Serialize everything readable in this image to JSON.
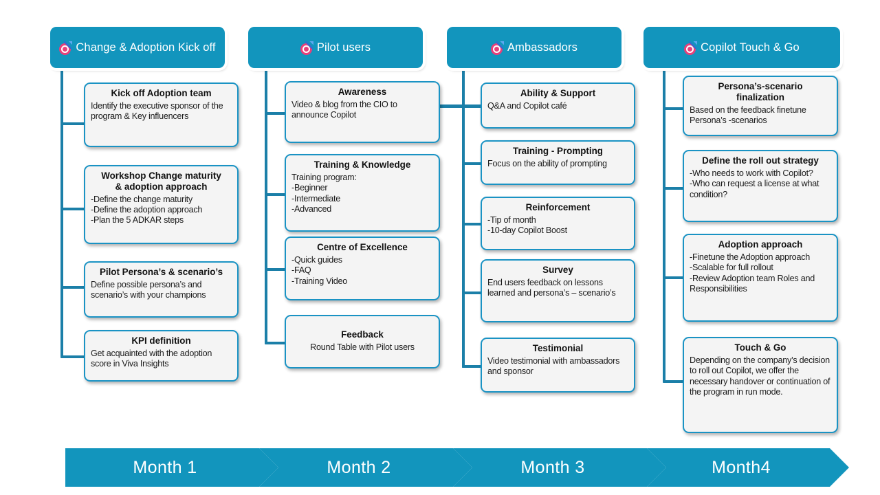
{
  "theme": {
    "accent_teal": "#1295bd",
    "card_border": "#1a93c4",
    "connector": "#1b7fa8",
    "card_fill": "#f4f4f4",
    "icon_pink": "#e8407a",
    "icon_blue": "#2f6fd0"
  },
  "columns": [
    {
      "id": "change-adoption-kick-off",
      "header": {
        "label": "Change & Adoption Kick off",
        "icon": "target-dart-icon"
      },
      "cards": [
        {
          "title": "Kick off Adoption team",
          "body": "Identify the executive sponsor of the program & Key influencers",
          "align": "left"
        },
        {
          "title": "Workshop Change maturity\n& adoption approach",
          "body": "-Define the change maturity\n-Define the adoption approach\n-Plan the 5 ADKAR steps",
          "align": "left"
        },
        {
          "title": "Pilot Persona’s & scenario’s",
          "body": "Define possible persona’s and scenario’s with your champions",
          "align": "left"
        },
        {
          "title": "KPI definition",
          "body": "Get acquainted with the adoption score in Viva Insights",
          "align": "left"
        }
      ]
    },
    {
      "id": "pilot-users",
      "header": {
        "label": "Pilot users",
        "icon": "target-dart-icon"
      },
      "cards": [
        {
          "title": "Awareness",
          "body": "Video & blog from the CIO to announce Copilot",
          "align": "left"
        },
        {
          "title": "Training & Knowledge",
          "body": "Training program:\n-Beginner\n-Intermediate\n-Advanced",
          "align": "left"
        },
        {
          "title": "Centre of Excellence",
          "body": "-Quick guides\n-FAQ\n-Training Video",
          "align": "left"
        },
        {
          "title": "Feedback",
          "body": "Round Table with Pilot users",
          "align": "center"
        }
      ]
    },
    {
      "id": "ambassadors",
      "header": {
        "label": "Ambassadors",
        "icon": "target-dart-icon"
      },
      "cards": [
        {
          "title": "Ability & Support",
          "body": "Q&A and Copilot café",
          "align": "left"
        },
        {
          "title": "Training  - Prompting",
          "body": "Focus on the ability of prompting",
          "align": "left"
        },
        {
          "title": "Reinforcement",
          "body": "-Tip of month\n-10-day Copilot Boost",
          "align": "left"
        },
        {
          "title": "Survey",
          "body": "End users feedback on lessons learned and persona’s – scenario’s",
          "align": "left"
        },
        {
          "title": "Testimonial",
          "body": "Video testimonial with ambassadors and sponsor",
          "align": "left"
        }
      ]
    },
    {
      "id": "copilot-touch-and-go",
      "header": {
        "label": "Copilot Touch & Go",
        "icon": "target-dart-icon"
      },
      "cards": [
        {
          "title": "Persona’s-scenario\nfinalization",
          "body": "Based on the feedback finetune Persona’s -scenarios",
          "align": "left"
        },
        {
          "title": "Define the roll out strategy",
          "body": "-Who needs to work with Copilot?\n-Who can request a license at what condition?",
          "align": "left"
        },
        {
          "title": "Adoption approach",
          "body": "-Finetune the Adoption approach\n-Scalable for full rollout\n-Review Adoption team Roles and Responsibilities",
          "align": "left"
        },
        {
          "title": "Touch & Go",
          "body": "Depending on the company’s decision to roll out Copilot, we offer the necessary handover or continuation of the program in run mode.",
          "align": "left"
        }
      ]
    }
  ],
  "timeline": {
    "steps": [
      {
        "label": "Month 1"
      },
      {
        "label": "Month 2"
      },
      {
        "label": "Month 3"
      },
      {
        "label": "Month4"
      }
    ]
  }
}
